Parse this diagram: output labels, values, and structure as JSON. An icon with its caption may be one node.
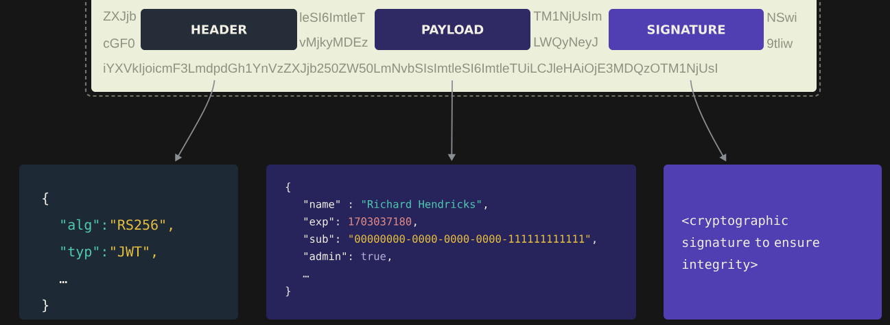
{
  "diagram": {
    "nodes": [
      {
        "text": [
          "ZXJjb",
          "leSI6ImtleT",
          "TM1NjUsIm",
          "NSwi",
          "cGF0",
          "vMjkyMDEz",
          "LWQyNeyJ",
          "9tliw",
          "iYXVkIjoicmF3LmdpdGh1YnVzZXJjb250ZW50LmNvbSIsImtleSI6ImtleTUiLCJleHAiOjE3MDQzOTM1NjUsI"
        ]
      },
      {
        "text": [
          "HEADER"
        ],
        "in": 0
      },
      {
        "text": [
          "PAYLOAD"
        ],
        "in": 0
      },
      {
        "text": [
          "SIGNATURE"
        ],
        "in": 0
      },
      {
        "text": [
          "{",
          "\"alg\":",
          "\"RS256\",",
          "\"typ\":",
          "\"JWT\",",
          "…",
          "}"
        ]
      },
      {
        "text": [
          "{",
          "\"name\" :",
          "\"Richard Hendricks\"",
          ",",
          "\"exp\":",
          "1703037180",
          ",",
          "\"sub\":",
          "\"00000000-0000-0000-0000-111111111111\"",
          ",",
          "\"admin\":",
          "true",
          ",",
          "…",
          "}"
        ]
      },
      {
        "text": [
          "<cryptographic signature to ensure integrity>"
        ]
      }
    ],
    "edges": [
      {
        "from": 1,
        "to": 4,
        "arrow": "to"
      },
      {
        "from": 2,
        "to": 5,
        "arrow": "to"
      },
      {
        "from": 3,
        "to": 6,
        "arrow": "to"
      }
    ]
  }
}
